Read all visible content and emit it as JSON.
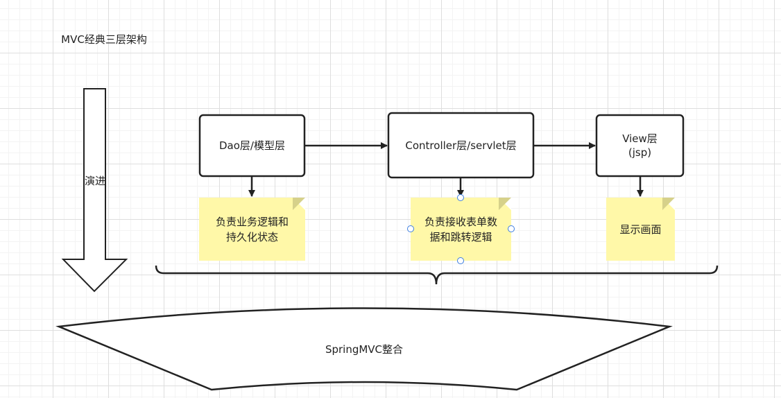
{
  "title": "MVC经典三层架构",
  "evolution_arrow": {
    "label": "演进"
  },
  "boxes": [
    {
      "id": "dao",
      "label": "Dao层/模型层"
    },
    {
      "id": "controller",
      "label": "Controller层/servlet层"
    },
    {
      "id": "view",
      "label": "View层\n(jsp)"
    }
  ],
  "notes": [
    {
      "id": "dao-note",
      "text": "负责业务逻辑和\n持久化状态"
    },
    {
      "id": "controller-note",
      "text": "负责接收表单数\n据和跳转逻辑"
    },
    {
      "id": "view-note",
      "text": "显示画面"
    }
  ],
  "integration_shape": {
    "label": "SpringMVC整合"
  },
  "colors": {
    "note_fill": "#fff8a8",
    "stroke": "#222222",
    "selection": "#3b7de0"
  }
}
